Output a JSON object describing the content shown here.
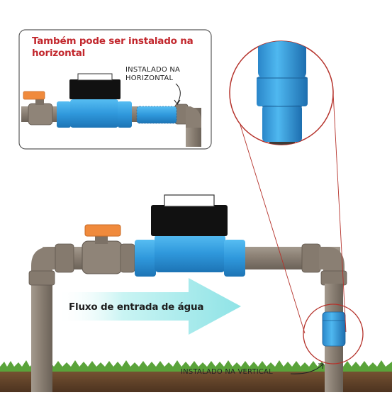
{
  "inset": {
    "title": "Também pode ser instalado na horizontal",
    "note": "INSTALADO NA HORIZONTAL"
  },
  "main": {
    "flow_label": "Fluxo de entrada de água",
    "vertical_note": "INSTALADO NA VERTICAL"
  },
  "colors": {
    "pipe": "#8a7f73",
    "pipe_dark": "#6e655b",
    "meter_blue": "#2f93d6",
    "meter_body": "#3aa6e6",
    "meter_head": "#111111",
    "valve_handle": "#f08a3c",
    "arrow": "#a9ecee",
    "title_red": "#c2272d",
    "callout_red": "#b5322b",
    "soil": "#6b4a2f",
    "grass": "#5aa33a"
  }
}
